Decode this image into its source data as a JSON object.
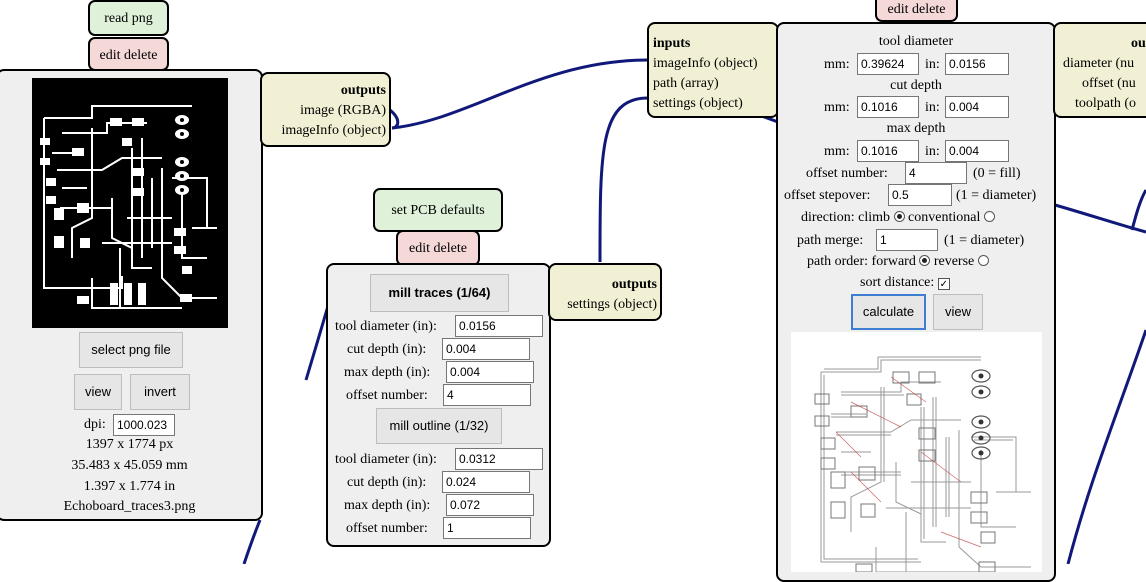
{
  "read_png": {
    "tag": "read png",
    "edit_delete": "edit delete",
    "select_button": "select png file",
    "view_button": "view",
    "invert_button": "invert",
    "dpi_label": "dpi:",
    "dpi_value": "1000.023",
    "size_px": "1397 x 1774 px",
    "size_mm": "35.483 x 45.059 mm",
    "size_in": "1.397 x 1.774 in",
    "filename": "Echoboard_traces3.png",
    "outputs_title": "outputs",
    "outputs": [
      "image (RGBA)",
      "imageInfo (object)"
    ]
  },
  "pcb_defaults": {
    "tag": "set PCB defaults",
    "edit_delete": "edit delete",
    "mill_traces": "mill traces (1/64)",
    "traces_fields": [
      {
        "label": "tool diameter (in):",
        "value": "0.0156"
      },
      {
        "label": "cut depth (in):",
        "value": "0.004"
      },
      {
        "label": "max depth (in):",
        "value": "0.004"
      },
      {
        "label": "offset number:",
        "value": "4"
      }
    ],
    "mill_outline": "mill outline (1/32)",
    "outline_fields": [
      {
        "label": "tool diameter (in):",
        "value": "0.0312"
      },
      {
        "label": "cut depth (in):",
        "value": "0.024"
      },
      {
        "label": "max depth (in):",
        "value": "0.072"
      },
      {
        "label": "offset number:",
        "value": "1"
      }
    ],
    "outputs_title": "outputs",
    "outputs": [
      "settings (object)"
    ]
  },
  "offset": {
    "edit_delete": "edit delete",
    "inputs_title": "inputs",
    "inputs": [
      "imageInfo (object)",
      "path (array)",
      "settings (object)"
    ],
    "tool_diameter": {
      "title": "tool diameter",
      "mm_label": "mm:",
      "mm": "0.39624",
      "in_label": "in:",
      "in": "0.0156"
    },
    "cut_depth": {
      "title": "cut depth",
      "mm_label": "mm:",
      "mm": "0.1016",
      "in_label": "in:",
      "in": "0.004"
    },
    "max_depth": {
      "title": "max depth",
      "mm_label": "mm:",
      "mm": "0.1016",
      "in_label": "in:",
      "in": "0.004"
    },
    "offset_number_label": "offset number:",
    "offset_number": "4",
    "offset_number_note": "(0 = fill)",
    "stepover_label": "offset stepover:",
    "stepover": "0.5",
    "stepover_note": "(1 = diameter)",
    "direction_label": "direction: climb",
    "direction_alt": "conventional",
    "merge_label": "path merge:",
    "merge": "1",
    "merge_note": "(1 = diameter)",
    "order_label": "path order: forward",
    "order_alt": "reverse",
    "sort_label": "sort distance:",
    "calculate_button": "calculate",
    "view_button": "view"
  },
  "right_partial": {
    "title": "ou",
    "outputs": [
      "diameter (nu",
      "offset (nu",
      "toolpath (o"
    ]
  },
  "colors": {
    "wire": "#0f1a78",
    "panel": "#efefef",
    "ports": "#f1f0d4",
    "green_tag": "#dff1d9",
    "pink_tag": "#f5d8d8"
  }
}
